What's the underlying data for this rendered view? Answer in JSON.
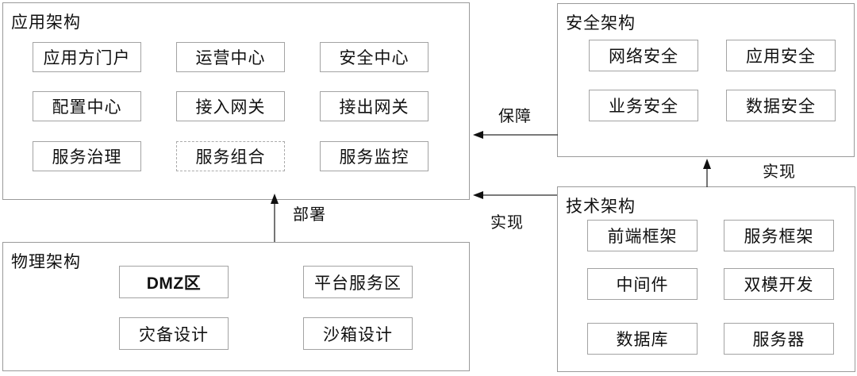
{
  "groups": {
    "app": {
      "title": "应用架构",
      "items": [
        "应用方门户",
        "运营中心",
        "安全中心",
        "配置中心",
        "接入网关",
        "接出网关",
        "服务治理",
        "服务组合",
        "服务监控"
      ]
    },
    "security": {
      "title": "安全架构",
      "items": [
        "网络安全",
        "应用安全",
        "业务安全",
        "数据安全"
      ]
    },
    "tech": {
      "title": "技术架构",
      "items": [
        "前端框架",
        "服务框架",
        "中间件",
        "双模开发",
        "数据库",
        "服务器"
      ]
    },
    "physical": {
      "title": "物理架构",
      "items": [
        "DMZ区",
        "平台服务区",
        "灾备设计",
        "沙箱设计"
      ]
    }
  },
  "arrows": [
    {
      "label": "保障",
      "from": "security-architecture",
      "to": "application-architecture",
      "direction": "left"
    },
    {
      "label": "实现",
      "from": "technology-architecture",
      "to": "application-architecture",
      "direction": "left"
    },
    {
      "label": "实现",
      "from": "technology-architecture",
      "to": "security-architecture",
      "direction": "up"
    },
    {
      "label": "部署",
      "from": "physical-architecture",
      "to": "application-architecture",
      "direction": "up"
    }
  ],
  "colors": {
    "background": "#ffffff",
    "group_border": "#9a9a9a",
    "node_border": "#a3a3a3",
    "dashed_node_border": "#ababab",
    "text": "#111111",
    "arrow": "#2b2b2b"
  }
}
